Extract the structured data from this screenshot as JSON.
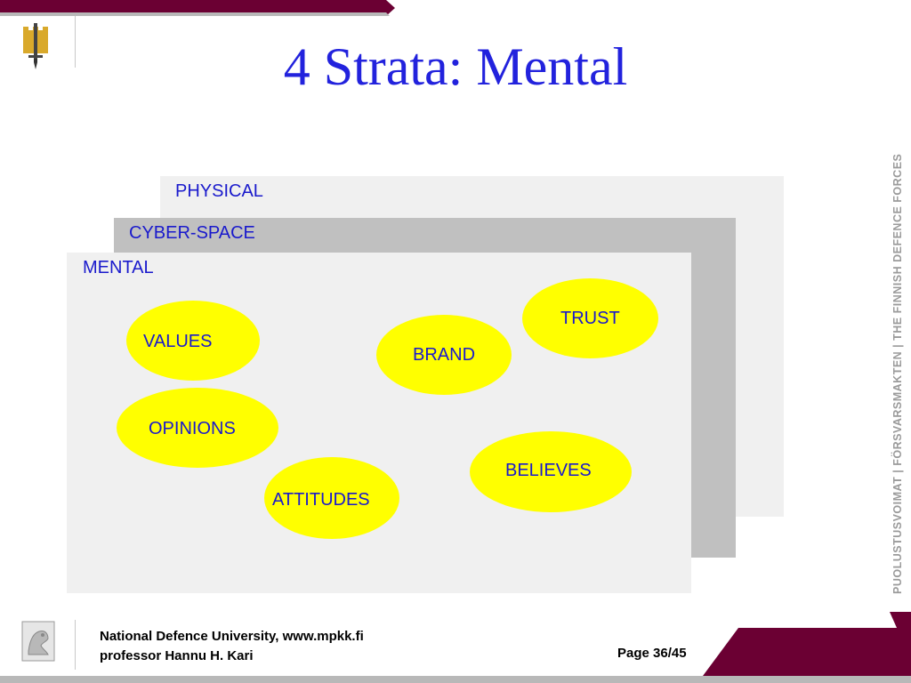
{
  "slide": {
    "title": "4 Strata: Mental"
  },
  "layers": {
    "physical": "PHYSICAL",
    "cyber": "CYBER-SPACE",
    "mental": "MENTAL"
  },
  "bubbles": {
    "values": "VALUES",
    "opinions": "OPINIONS",
    "attitudes": "ATTITUDES",
    "brand": "BRAND",
    "trust": "TRUST",
    "believes": "BELIEVES"
  },
  "side_brand": {
    "text": "PUOLUSTUSVOIMAT  |  FÖRSVARSMAKTEN  |  THE FINNISH DEFENCE FORCES"
  },
  "footer": {
    "line1": "National Defence University, www.mpkk.fi",
    "line2": "professor Hannu H. Kari",
    "page": "Page 36/45"
  },
  "colors": {
    "accent": "#6b0033",
    "title": "#2222dd",
    "bubble": "#ffff00",
    "label": "#1a1acc"
  }
}
